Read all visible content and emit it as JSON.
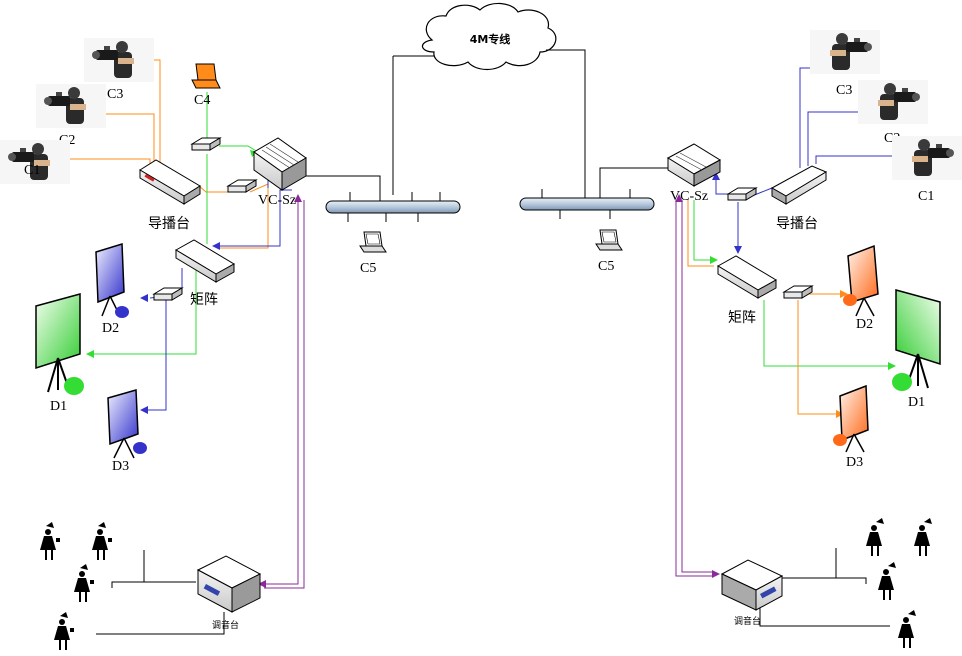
{
  "cloud": {
    "label": "4M专线"
  },
  "left": {
    "cameras": [
      "C1",
      "C2",
      "C3"
    ],
    "laptop_top": "C4",
    "laptop_bottom": "C5",
    "codec": "VC-Sz",
    "director": "导播台",
    "matrix": "矩阵",
    "displays": [
      "D1",
      "D2",
      "D3"
    ],
    "mixer": "调音台"
  },
  "right": {
    "cameras": [
      "C1",
      "C2",
      "C3"
    ],
    "laptop_bottom": "C5",
    "codec": "VC-Sz",
    "director": "导播台",
    "matrix": "矩阵",
    "displays": [
      "D1",
      "D2",
      "D3"
    ],
    "mixer": "调音台"
  },
  "colors": {
    "camera_link": "#ff8c1a",
    "green_link": "#33dd33",
    "blue_link": "#3333cc",
    "purple_link": "#8a2a9a",
    "network": "#000000",
    "bus_fill": "#c8d8ea"
  }
}
